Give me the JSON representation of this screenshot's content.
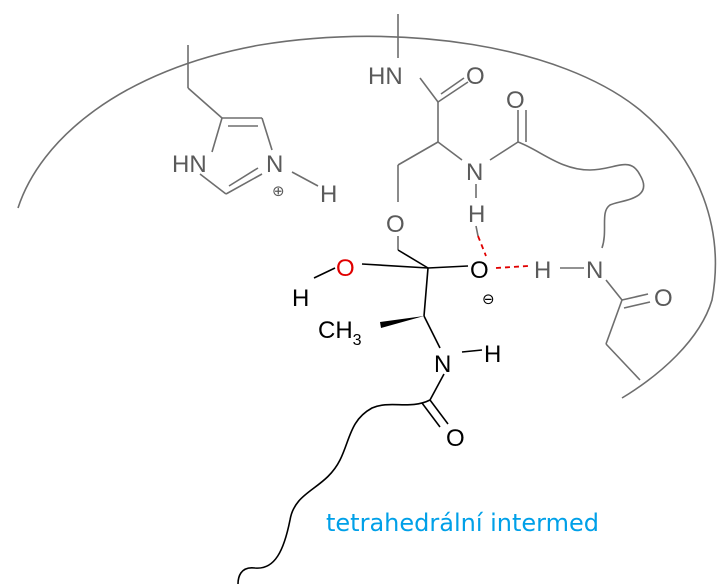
{
  "labels": {
    "hn_top": "HN",
    "o_top_carbonyl": "O",
    "o_top_right": "O",
    "hn_imidazole": "HN",
    "n_imidazole": "N",
    "h_imidazole": "H",
    "n_backbone": "N",
    "h_backbone": "H",
    "o_ser": "O",
    "o_red": "O",
    "h_oh": "H",
    "o_oxyanion": "O",
    "h_hbond": "H",
    "n_hbond": "N",
    "o_right_carbonyl": "O",
    "ch3": "CH",
    "ch3_sub": "3",
    "n_lower": "N",
    "h_lower": "H",
    "o_lower": "O"
  },
  "charges": {
    "plus": "⊕",
    "minus": "⊖"
  },
  "caption": "tetrahedrální intermed",
  "colors": {
    "protein": "#6e6e6e",
    "substrate": "#000000",
    "oxygen_red": "#e00000",
    "hbond": "#e00000",
    "caption": "#00a0e8"
  }
}
